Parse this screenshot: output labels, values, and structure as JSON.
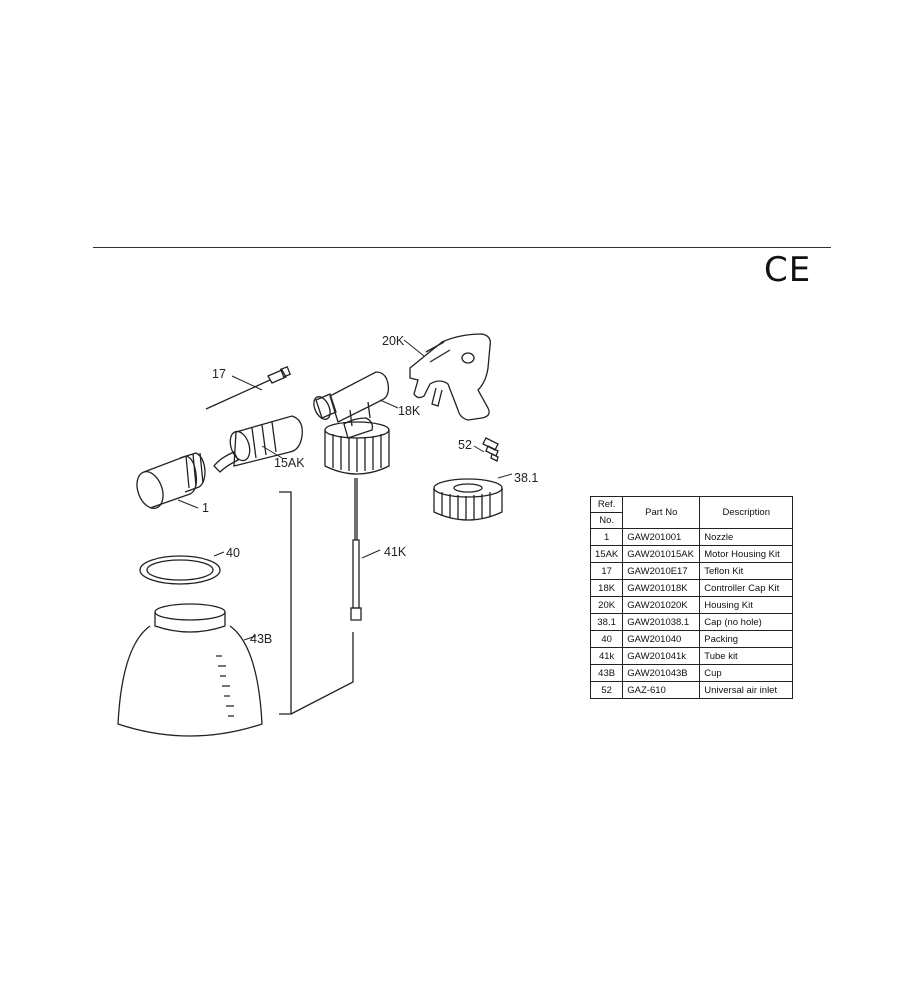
{
  "ce_mark": "CE",
  "callouts": [
    {
      "id": "c17",
      "label": "17"
    },
    {
      "id": "c15ak",
      "label": "15AK"
    },
    {
      "id": "c1",
      "label": "1"
    },
    {
      "id": "c40",
      "label": "40"
    },
    {
      "id": "c43b",
      "label": "43B"
    },
    {
      "id": "c41k",
      "label": "41K"
    },
    {
      "id": "c18k",
      "label": "18K"
    },
    {
      "id": "c20k",
      "label": "20K"
    },
    {
      "id": "c52",
      "label": "52"
    },
    {
      "id": "c381",
      "label": "38.1"
    }
  ],
  "parts_table": {
    "headers": {
      "ref_line1": "Ref.",
      "ref_line2": "No.",
      "part_no": "Part No",
      "description": "Description"
    },
    "rows": [
      {
        "ref": "1",
        "part_no": "GAW201001",
        "description": "Nozzle"
      },
      {
        "ref": "15AK",
        "part_no": "GAW201015AK",
        "description": "Motor Housing Kit"
      },
      {
        "ref": "17",
        "part_no": "GAW2010E17",
        "description": "Teflon Kit"
      },
      {
        "ref": "18K",
        "part_no": "GAW201018K",
        "description": "Controller Cap Kit"
      },
      {
        "ref": "20K",
        "part_no": "GAW201020K",
        "description": "Housing Kit"
      },
      {
        "ref": "38.1",
        "part_no": "GAW201038.1",
        "description": "Cap  (no hole)"
      },
      {
        "ref": "40",
        "part_no": "GAW201040",
        "description": "Packing"
      },
      {
        "ref": "41k",
        "part_no": "GAW201041k",
        "description": "Tube kit"
      },
      {
        "ref": "43B",
        "part_no": "GAW201043B",
        "description": "Cup"
      },
      {
        "ref": "52",
        "part_no": "GAZ-610",
        "description": "Universal  air inlet"
      }
    ]
  }
}
